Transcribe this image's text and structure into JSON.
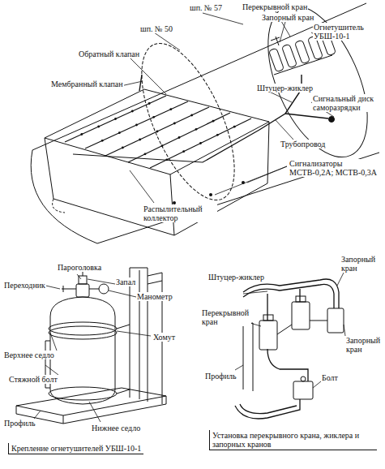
{
  "diagram": {
    "labels": [
      "шп. № 57",
      "Перекрывной кран",
      "Запорный кран",
      "Огнетушитель УБШ-10-1",
      "шп. № 50",
      "Обратный клапан",
      "Мембранный клапан",
      "Штуцер-жиклер",
      "Сигнальный диск саморазрядки",
      "Трубопровод",
      "Сигнализаторы МСТВ-0,2А; МСТВ-0,3А",
      "Распылительный коллектор",
      "Пароголовка",
      "Переходник",
      "Запал",
      "Манометр",
      "Хомут",
      "Верхнее седло",
      "Стяжной болт",
      "Профиль",
      "Нижнее седло",
      "Крепление огнетушителей УБШ-10-1",
      "Штуцер-жиклер",
      "Перекрывной кран",
      "Запорный кран",
      "Профиль",
      "Запорный кран",
      "Болт",
      "Установка перекрывного крана, жиклера и запорных кранов"
    ]
  }
}
